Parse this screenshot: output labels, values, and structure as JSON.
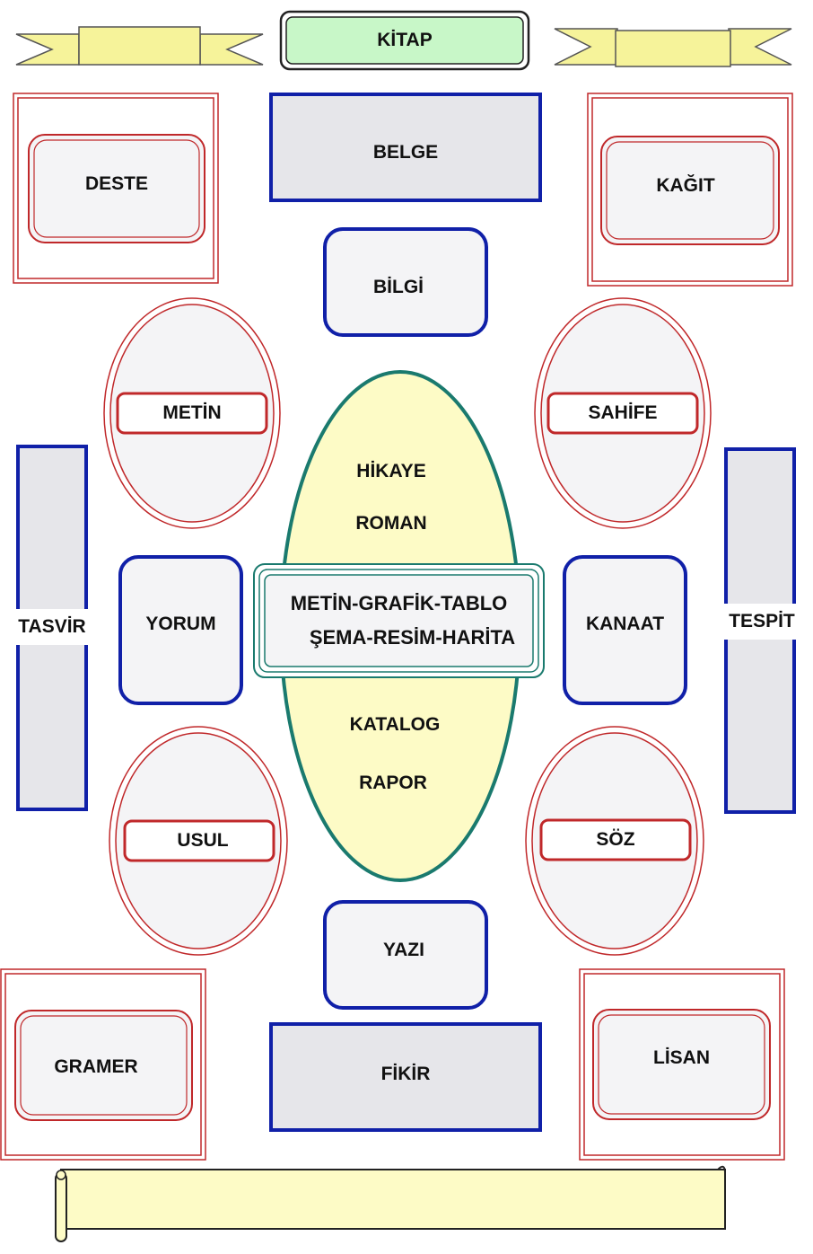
{
  "title": "KİTAP",
  "items": {
    "belge": "BELGE",
    "deste": "DESTE",
    "kagit": "KAĞIT",
    "bilgi": "BİLGİ",
    "metin": "METİN",
    "sahife": "SAHİFE",
    "hikaye": "HİKAYE",
    "roman": "ROMAN",
    "center_line1": "METİN-GRAFİK-TABLO",
    "center_line2": "ŞEMA-RESİM-HARİTA",
    "katalog": "KATALOG",
    "rapor": "RAPOR",
    "tasvir": "TASVİR",
    "yorum": "YORUM",
    "kanaat": "KANAAT",
    "tespit": "TESPİT",
    "usul": "USUL",
    "soz": "SÖZ",
    "yazi": "YAZI",
    "gramer": "GRAMER",
    "fikir": "FİKİR",
    "lisan": "LİSAN"
  },
  "colors": {
    "blue": "#1020a8",
    "red": "#c0282a",
    "teal": "#1a7a6e",
    "light_yellow": "#fdfbc6",
    "banner_yellow": "#f6f39a",
    "title_green": "#c8f7c8",
    "gray_fill": "#e6e6ea",
    "pale_fill": "#f4f4f6"
  }
}
